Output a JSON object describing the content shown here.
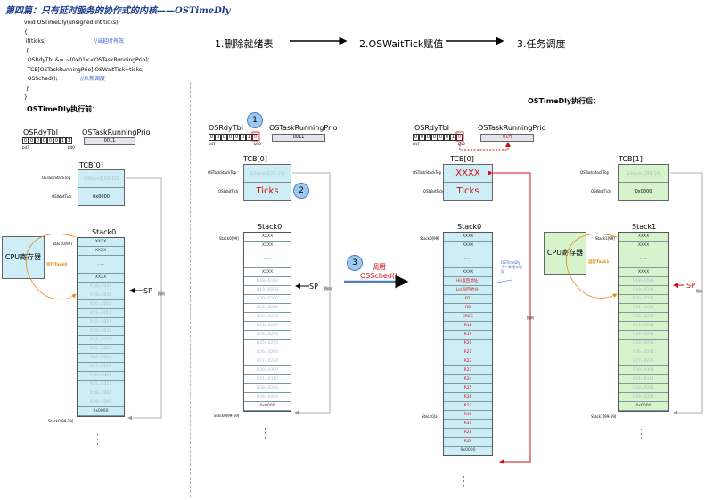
{
  "title": {
    "prefix": "第四篇：只有延时服务的协作式的内核——",
    "func": "OSTimeDly"
  },
  "code": {
    "lines": [
      {
        "text": "void OSTimeDly(unsigned int ticks)",
        "comment": ""
      },
      {
        "text": "{",
        "comment": ""
      },
      {
        "text": " if(ticks)",
        "comment": "//当延时有效"
      },
      {
        "text": " {",
        "comment": ""
      },
      {
        "text": "  OSRdyTbl &= ~(0x01<<OSTaskRunningPrio);",
        "comment": ""
      },
      {
        "text": "  TCB[OSTaskRunningPrio].OSWaitTick=ticks;",
        "comment": ""
      },
      {
        "text": "  OSSched();",
        "comment": "//从新调度"
      },
      {
        "text": " }",
        "comment": ""
      },
      {
        "text": "}",
        "comment": ""
      }
    ]
  },
  "steps": [
    "1.删除就绪表",
    "2.OSWaitTick赋值",
    "3.任务调度"
  ],
  "before_label": "OSTimeDly执行前：",
  "after_label": "OSTimeDly执行后：",
  "labels": {
    "osrdytbl": "OSRdyTbl",
    "prio_name": "OSTaskRunningPrio",
    "prio_value": "0011",
    "prio_value_after": "01H",
    "bit7": "bit7",
    "bit0": "bit0",
    "tcb0": "TCB[0]",
    "tcb1": "TCB[1]",
    "stack_top": "OSTaskStackTop",
    "wait_tick": "OSWaitTick",
    "wait_zero": "0x0000",
    "ticks": "Ticks",
    "xxxx": "XXXX",
    "stack0": "Stack0",
    "stack1": "Stack1",
    "stack_head": "Stack0[99]",
    "stack1_head": "Stack1[99]",
    "stack_tail": "Stack0[99-19]",
    "stack1_tail": "Stack1[99-19]",
    "stack_a": "Stack0[a]",
    "cpu": "CPU寄存器",
    "run_task0": "运行Task0",
    "run_task1": "运行Task1",
    "sp": "SP",
    "pointer": "指向",
    "call": "调用",
    "ossched": "OSSched()",
    "ostimedly_note": "OSTimeDly下一条指令地址",
    "circle1": "1",
    "circle2": "2",
    "circle3": "3",
    "dots": "·\n·\n·"
  },
  "bits_before": [
    "0",
    "0",
    "0",
    "0",
    "0",
    "0",
    "1",
    "1"
  ],
  "bits_mid": [
    "0",
    "0",
    "0",
    "0",
    "0",
    "0",
    "1",
    "0"
  ],
  "bits_after": [
    "0",
    "0",
    "0",
    "0",
    "0",
    "0",
    "1",
    "0"
  ],
  "stack_before": [
    {
      "v": "XXXX",
      "c": "n"
    },
    {
      "v": "XXXX",
      "c": "n"
    },
    {
      "v": "……",
      "c": "tall"
    },
    {
      "v": "XXXX",
      "c": "n"
    },
    {
      "v": "R18=0181",
      "c": "f"
    },
    {
      "v": "R19=0191",
      "c": "f"
    },
    {
      "v": "R20=0201",
      "c": "f"
    },
    {
      "v": "R21=0211",
      "c": "f"
    },
    {
      "v": "R22=0221",
      "c": "f"
    },
    {
      "v": "R23=0231",
      "c": "f"
    },
    {
      "v": "R24=0241",
      "c": "f"
    },
    {
      "v": "R25=0251",
      "c": "f"
    },
    {
      "v": "R26=0261",
      "c": "f"
    },
    {
      "v": "R27=0271",
      "c": "f"
    },
    {
      "v": "R30=0301",
      "c": "f"
    },
    {
      "v": "R31=0311",
      "c": "f"
    },
    {
      "v": "R28=0281",
      "c": "f"
    },
    {
      "v": "R29=0291",
      "c": "f"
    },
    {
      "v": "0x0000",
      "c": "n"
    }
  ],
  "stack_mid": [
    {
      "v": "XXXX",
      "c": "n"
    },
    {
      "v": "XXXX",
      "c": "n"
    },
    {
      "v": "……",
      "c": "tall"
    },
    {
      "v": "XXXX",
      "c": "n"
    },
    {
      "v": "R18=0180",
      "c": "f"
    },
    {
      "v": "R19=0190",
      "c": "f"
    },
    {
      "v": "R20=0200",
      "c": "f"
    },
    {
      "v": "R21=0210",
      "c": "f"
    },
    {
      "v": "R22=0220",
      "c": "f"
    },
    {
      "v": "R23=0230",
      "c": "f"
    },
    {
      "v": "R24=0240",
      "c": "f"
    },
    {
      "v": "R25=0250",
      "c": "f"
    },
    {
      "v": "R26=0260",
      "c": "f"
    },
    {
      "v": "R27=0270",
      "c": "f"
    },
    {
      "v": "R30=0300",
      "c": "f"
    },
    {
      "v": "R31=0310",
      "c": "f"
    },
    {
      "v": "R28=0280",
      "c": "f"
    },
    {
      "v": "R29=0290",
      "c": "f"
    },
    {
      "v": "0x0000",
      "c": "n"
    }
  ],
  "stack_after": [
    {
      "v": "XXXX",
      "c": "n"
    },
    {
      "v": "XXXX",
      "c": "n"
    },
    {
      "v": "……",
      "c": "tall"
    },
    {
      "v": "XXXX",
      "c": "n"
    },
    {
      "v": "Hi(返回地址)",
      "c": "r"
    },
    {
      "v": "Lo(返回地址)",
      "c": "r"
    },
    {
      "v": "R1",
      "c": "r"
    },
    {
      "v": "R0",
      "c": "r"
    },
    {
      "v": "SREG",
      "c": "r"
    },
    {
      "v": "R18",
      "c": "r"
    },
    {
      "v": "R19",
      "c": "r"
    },
    {
      "v": "R20",
      "c": "r"
    },
    {
      "v": "R21",
      "c": "r"
    },
    {
      "v": "R22",
      "c": "r"
    },
    {
      "v": "R23",
      "c": "r"
    },
    {
      "v": "R24",
      "c": "r"
    },
    {
      "v": "R25",
      "c": "r"
    },
    {
      "v": "R26",
      "c": "r"
    },
    {
      "v": "R27",
      "c": "r"
    },
    {
      "v": "R30",
      "c": "r"
    },
    {
      "v": "R31",
      "c": "r"
    },
    {
      "v": "R28",
      "c": "r"
    },
    {
      "v": "R29",
      "c": "r"
    },
    {
      "v": "0x0000",
      "c": "n"
    }
  ],
  "stack1": [
    {
      "v": "XXXX",
      "c": "n"
    },
    {
      "v": "XXXX",
      "c": "n"
    },
    {
      "v": "……",
      "c": "tall"
    },
    {
      "v": "XXXX",
      "c": "n"
    },
    {
      "v": "R18=0181",
      "c": "f"
    },
    {
      "v": "R19=0191",
      "c": "f"
    },
    {
      "v": "R20=0201",
      "c": "f"
    },
    {
      "v": "R21=0211",
      "c": "f"
    },
    {
      "v": "R22=0221",
      "c": "f"
    },
    {
      "v": "R23=0231",
      "c": "f"
    },
    {
      "v": "R24=0241",
      "c": "f"
    },
    {
      "v": "R25=0251",
      "c": "f"
    },
    {
      "v": "R26=0261",
      "c": "f"
    },
    {
      "v": "R27=0271",
      "c": "f"
    },
    {
      "v": "R30=0301",
      "c": "f"
    },
    {
      "v": "R31=0311",
      "c": "f"
    },
    {
      "v": "R28=0281",
      "c": "f"
    },
    {
      "v": "R29=0291",
      "c": "f"
    },
    {
      "v": "0x0000",
      "c": "n"
    }
  ],
  "colors": {
    "cyan": "#cdeef6",
    "green": "#d6f3cc",
    "red": "#d01010",
    "orange": "#e08a10",
    "blue_arrow": "#4f7fbf"
  }
}
